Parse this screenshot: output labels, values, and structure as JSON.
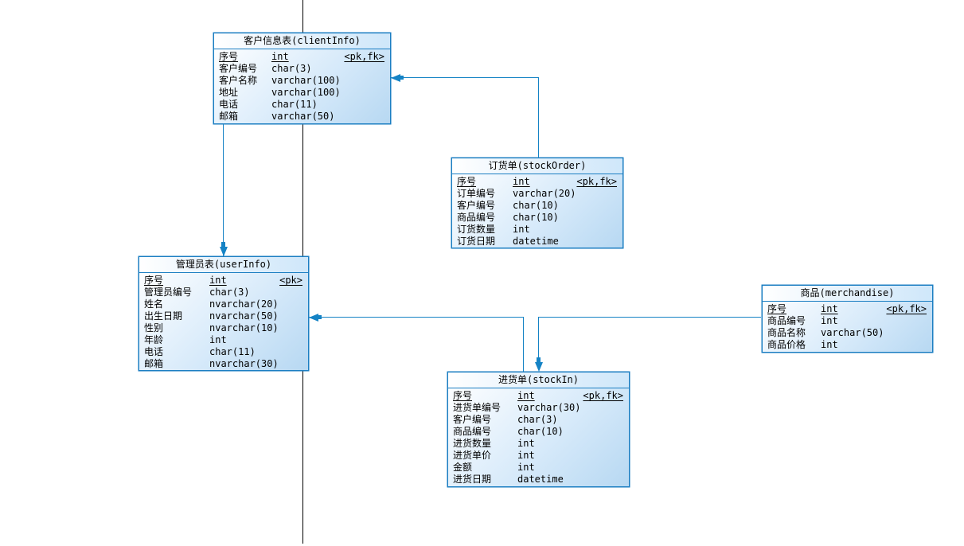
{
  "diagram": {
    "title": "stock-management-er-diagram",
    "colors": {
      "entity_border": "#1b7ec2",
      "entity_fill_light": "#ffffff",
      "entity_fill_dark": "#b7d8f2",
      "connector": "#1583c5",
      "page_line": "#000000",
      "text": "#000000"
    },
    "tables": [
      {
        "id": "clientInfo",
        "title": "客户信息表(clientInfo)",
        "rows": [
          {
            "name": "序号",
            "type": "int",
            "key": "<pk,fk>",
            "pk": true
          },
          {
            "name": "客户编号",
            "type": "char(3)",
            "key": "",
            "pk": false
          },
          {
            "name": "客户名称",
            "type": "varchar(100)",
            "key": "",
            "pk": false
          },
          {
            "name": "地址",
            "type": "varchar(100)",
            "key": "",
            "pk": false
          },
          {
            "name": "电话",
            "type": "char(11)",
            "key": "",
            "pk": false
          },
          {
            "name": "邮箱",
            "type": "varchar(50)",
            "key": "",
            "pk": false
          }
        ]
      },
      {
        "id": "stockOrder",
        "title": "订货单(stockOrder)",
        "rows": [
          {
            "name": "序号",
            "type": "int",
            "key": "<pk,fk>",
            "pk": true
          },
          {
            "name": "订单编号",
            "type": "varchar(20)",
            "key": "",
            "pk": false
          },
          {
            "name": "客户编号",
            "type": "char(10)",
            "key": "",
            "pk": false
          },
          {
            "name": "商品编号",
            "type": "char(10)",
            "key": "",
            "pk": false
          },
          {
            "name": "订货数量",
            "type": "int",
            "key": "",
            "pk": false
          },
          {
            "name": "订货日期",
            "type": "datetime",
            "key": "",
            "pk": false
          }
        ]
      },
      {
        "id": "userInfo",
        "title": "管理员表(userInfo)",
        "rows": [
          {
            "name": "序号",
            "type": "int",
            "key": "<pk>",
            "pk": true
          },
          {
            "name": "管理员编号",
            "type": "char(3)",
            "key": "",
            "pk": false
          },
          {
            "name": "姓名",
            "type": "nvarchar(20)",
            "key": "",
            "pk": false
          },
          {
            "name": "出生日期",
            "type": "nvarchar(50)",
            "key": "",
            "pk": false
          },
          {
            "name": "性别",
            "type": "nvarchar(10)",
            "key": "",
            "pk": false
          },
          {
            "name": "年龄",
            "type": "int",
            "key": "",
            "pk": false
          },
          {
            "name": "电话",
            "type": "char(11)",
            "key": "",
            "pk": false
          },
          {
            "name": "邮箱",
            "type": "nvarchar(30)",
            "key": "",
            "pk": false
          }
        ]
      },
      {
        "id": "merchandise",
        "title": "商品(merchandise)",
        "rows": [
          {
            "name": "序号",
            "type": "int",
            "key": "<pk,fk>",
            "pk": true
          },
          {
            "name": "商品编号",
            "type": "int",
            "key": "",
            "pk": false
          },
          {
            "name": "商品名称",
            "type": "varchar(50)",
            "key": "",
            "pk": false
          },
          {
            "name": "商品价格",
            "type": "int",
            "key": "",
            "pk": false
          }
        ]
      },
      {
        "id": "stockIn",
        "title": "进货单(stockIn)",
        "rows": [
          {
            "name": "序号",
            "type": "int",
            "key": "<pk,fk>",
            "pk": true
          },
          {
            "name": "进货单编号",
            "type": "varchar(30)",
            "key": "",
            "pk": false
          },
          {
            "name": "客户编号",
            "type": "char(3)",
            "key": "",
            "pk": false
          },
          {
            "name": "商品编号",
            "type": "char(10)",
            "key": "",
            "pk": false
          },
          {
            "name": "进货数量",
            "type": "int",
            "key": "",
            "pk": false
          },
          {
            "name": "进货单价",
            "type": "int",
            "key": "",
            "pk": false
          },
          {
            "name": "金额",
            "type": "int",
            "key": "",
            "pk": false
          },
          {
            "name": "进货日期",
            "type": "datetime",
            "key": "",
            "pk": false
          }
        ]
      }
    ],
    "connectors": [
      {
        "from": "stockOrder",
        "to": "clientInfo",
        "arrow": "into clientInfo right edge"
      },
      {
        "from": "clientInfo",
        "to": "userInfo",
        "arrow": "into userInfo top edge"
      },
      {
        "from": "stockIn",
        "to": "userInfo",
        "arrow": "into userInfo right edge"
      },
      {
        "from": "merchandise",
        "to": "stockIn",
        "arrow": "into stockIn top edge"
      }
    ]
  }
}
